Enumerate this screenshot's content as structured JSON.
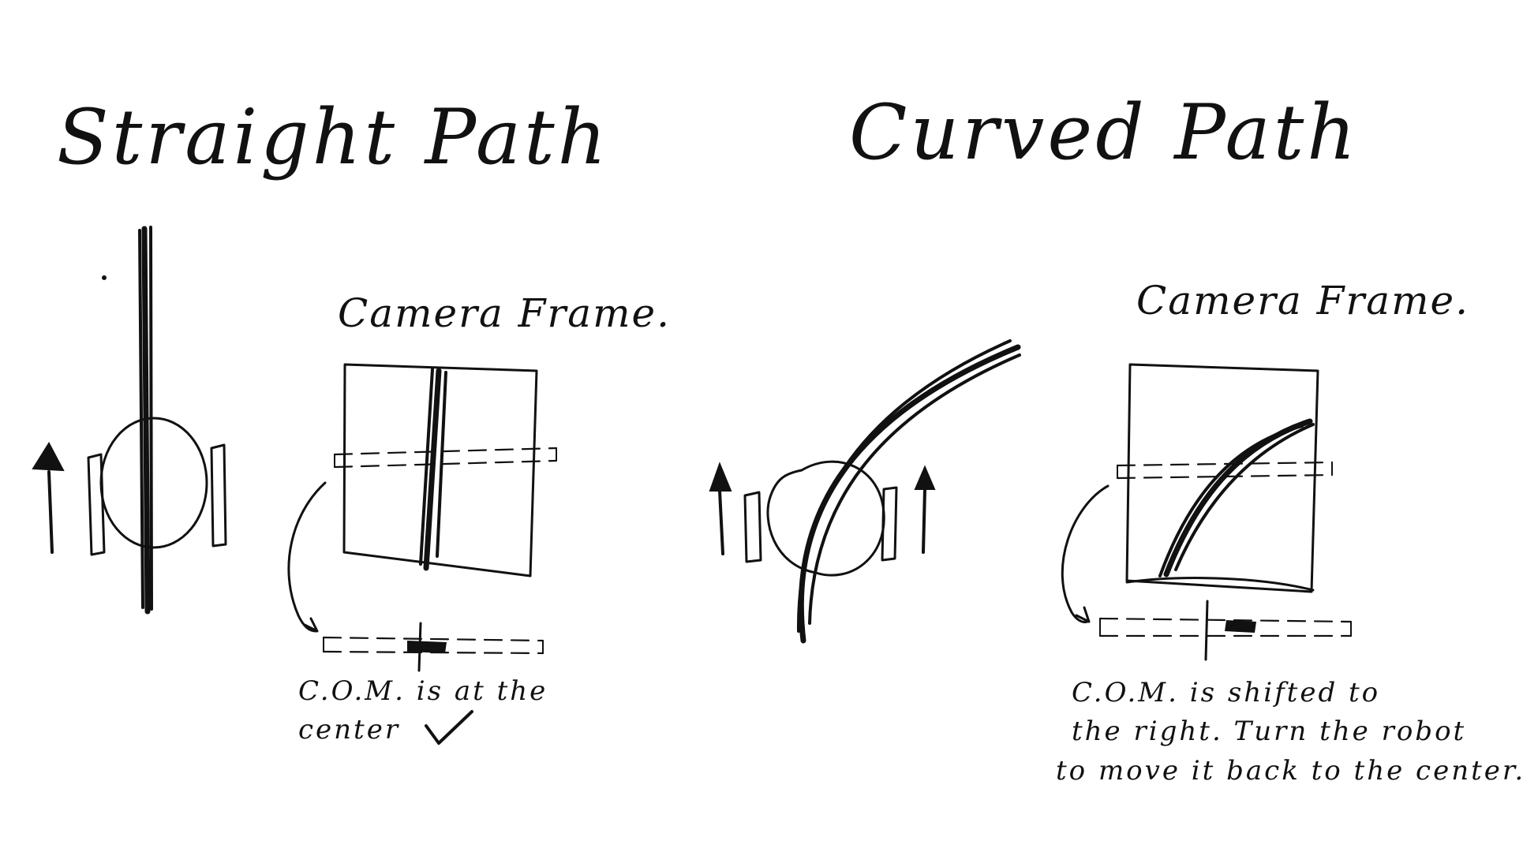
{
  "left_panel": {
    "title": "Straight Path",
    "camera_label": "Camera Frame.",
    "caption_lines": [
      "C.O.M. is at the",
      "center"
    ],
    "check_mark_icon": "check-icon"
  },
  "right_panel": {
    "title": "Curved Path",
    "camera_label": "Camera Frame.",
    "caption_lines": [
      "C.O.M. is shifted to",
      "the right. Turn the robot",
      "to move it back to the center."
    ]
  },
  "ink_color": "#111111",
  "background_color": "#ffffff"
}
